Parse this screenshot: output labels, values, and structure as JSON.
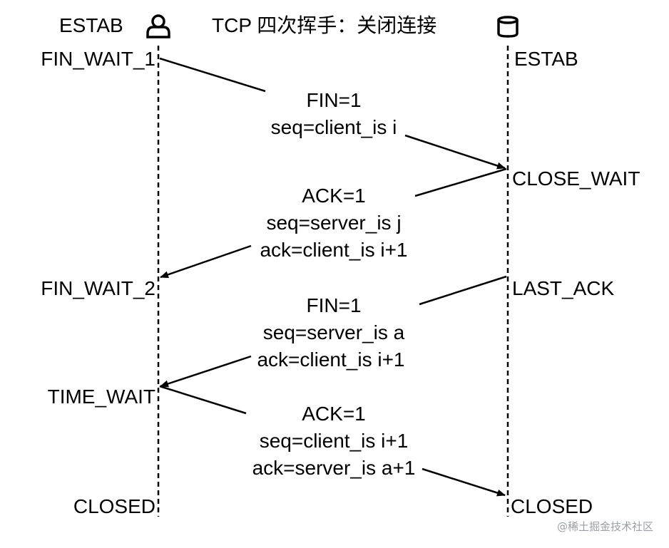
{
  "title": "TCP 四次挥手：关闭连接",
  "client": {
    "icon": "user-icon",
    "initial_state": "ESTAB",
    "states": [
      "FIN_WAIT_1",
      "FIN_WAIT_2",
      "TIME_WAIT",
      "CLOSED"
    ]
  },
  "server": {
    "icon": "database-icon",
    "initial_state": "ESTAB",
    "states": [
      "CLOSE_WAIT",
      "LAST_ACK",
      "CLOSED"
    ]
  },
  "messages": [
    {
      "direction": "client-to-server",
      "lines": [
        "FIN=1",
        "seq=client_is i"
      ]
    },
    {
      "direction": "server-to-client",
      "lines": [
        "ACK=1",
        "seq=server_is j",
        "ack=client_is i+1"
      ]
    },
    {
      "direction": "server-to-client",
      "lines": [
        "FIN=1",
        "seq=server_is a",
        "ack=client_is i+1"
      ]
    },
    {
      "direction": "client-to-server",
      "lines": [
        "ACK=1",
        "seq=client_is i+1",
        "ack=server_is a+1"
      ]
    }
  ],
  "watermark": "@稀土掘金技术社区"
}
